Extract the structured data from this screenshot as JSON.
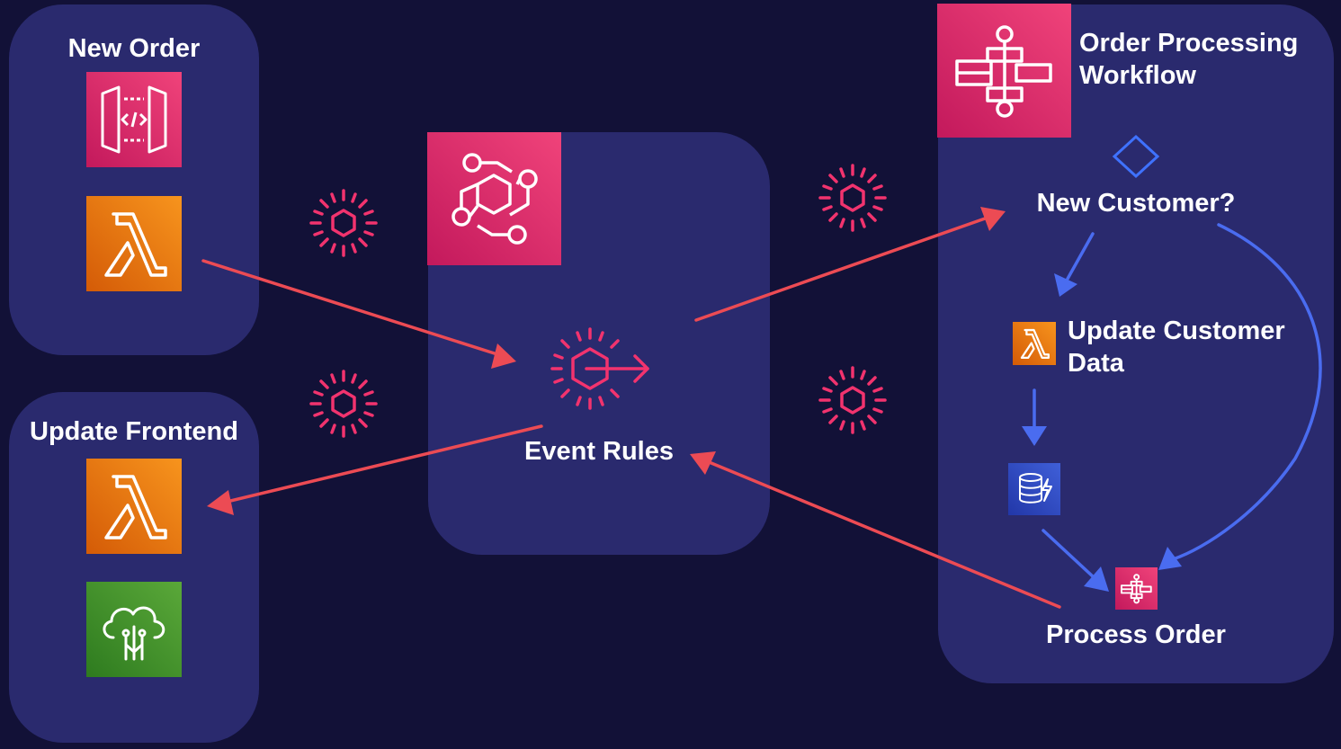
{
  "colors": {
    "background": "#121137",
    "panel": "#2a2a6e",
    "pink_tile_top": "#f0437a",
    "pink_tile_bottom": "#c3195c",
    "orange_tile_top": "#f7941d",
    "orange_tile_bottom": "#d45b07",
    "green_tile_top": "#5aa839",
    "green_tile_bottom": "#2e7b1f",
    "blue_tile_top": "#3f5fd8",
    "blue_tile_bottom": "#2237a8",
    "event_arrow": "#ec4b54",
    "flow_arrow": "#4a6cf0",
    "event_icon": "#f2336e",
    "choice_diamond": "#3f72ff"
  },
  "panels": {
    "new_order": {
      "title": "New Order",
      "icons": [
        "api-gateway-icon",
        "lambda-icon"
      ]
    },
    "update_frontend": {
      "title": "Update Frontend",
      "icons": [
        "lambda-icon",
        "appsync-icon"
      ]
    },
    "event_bus": {
      "label": "Event Rules",
      "icons": [
        "eventbridge-icon",
        "event-rule-icon"
      ]
    },
    "workflow": {
      "title_line1": "Order Processing",
      "title_line2": "Workflow",
      "choice_label": "New Customer?",
      "update_step_line1": "Update Customer",
      "update_step_line2": "Data",
      "final_step": "Process Order",
      "icons": [
        "step-functions-icon",
        "choice-diamond-icon",
        "lambda-icon",
        "dynamodb-icon",
        "step-functions-icon"
      ]
    }
  },
  "event_icons": [
    "event-icon",
    "event-icon",
    "event-icon",
    "event-icon"
  ]
}
